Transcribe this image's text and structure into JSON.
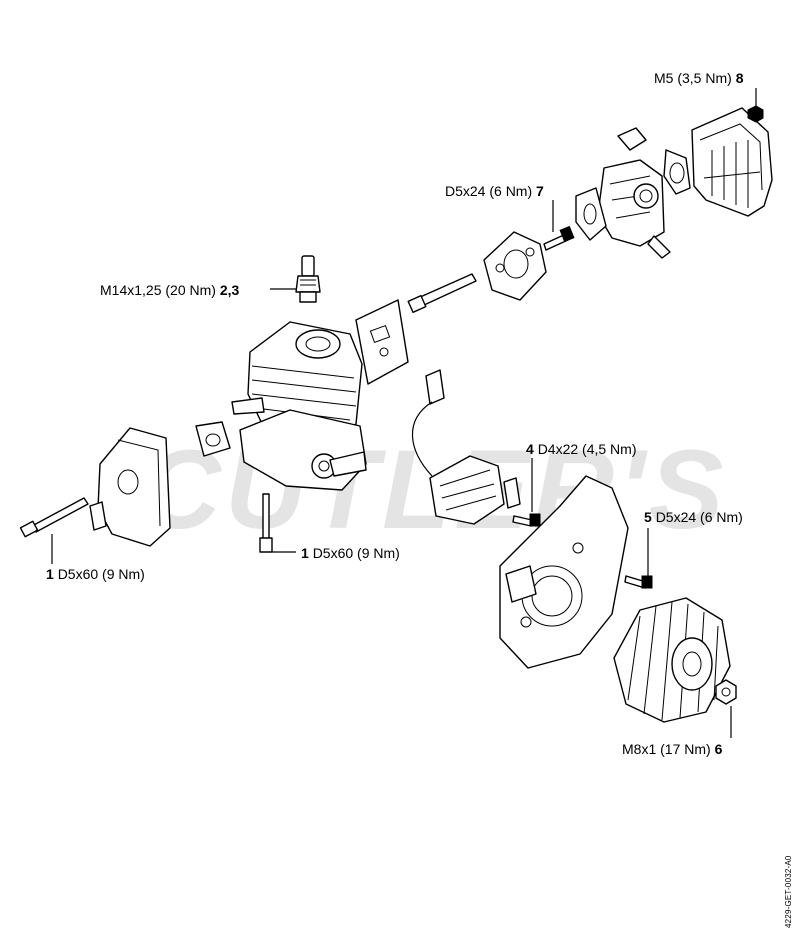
{
  "watermark": "CUTLER'S",
  "doc_id": "4229-GET-0032-A0",
  "callouts": [
    {
      "id": "8",
      "num": "8",
      "spec": "M5 (3,5 Nm)"
    },
    {
      "id": "7",
      "num": "7",
      "spec": "D5x24 (6 Nm)"
    },
    {
      "id": "2,3",
      "num": "2,3",
      "spec": "M14x1,25 (20 Nm)"
    },
    {
      "id": "4",
      "num": "4",
      "spec": "D4x22 (4,5 Nm)"
    },
    {
      "id": "5",
      "num": "5",
      "spec": "D5x24 (6 Nm)"
    },
    {
      "id": "1a",
      "num": "1",
      "spec": "D5x60 (9 Nm)"
    },
    {
      "id": "1b",
      "num": "1",
      "spec": "D5x60 (9 Nm)"
    },
    {
      "id": "6",
      "num": "6",
      "spec": "M8x1 (17 Nm)"
    }
  ],
  "icons": [
    "muffler",
    "gasket",
    "cylinder",
    "spark-plug",
    "screw",
    "intake-manifold",
    "carburetor",
    "air-filter-cover",
    "ignition-module",
    "fan-housing",
    "flywheel",
    "nut"
  ]
}
